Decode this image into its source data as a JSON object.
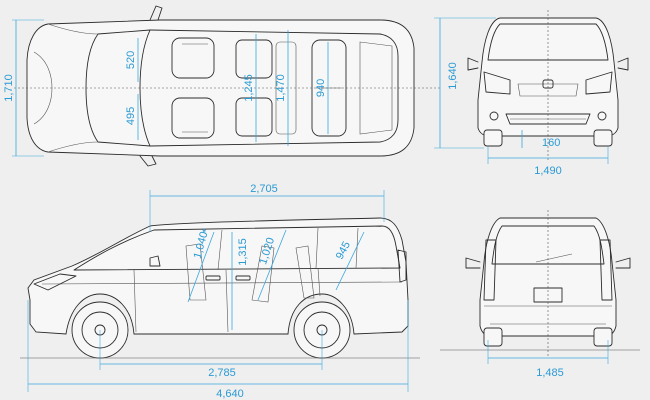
{
  "diagram": {
    "top_view": {
      "overall_width": "1,710",
      "front_seat_width": "520",
      "front_seat_depth": "495",
      "cabin_width_front": "1,245",
      "cabin_width_rear": "1,470",
      "third_row_width": "940"
    },
    "front_view": {
      "overall_height": "1,640",
      "ground_clearance": "160",
      "front_track": "1,490"
    },
    "side_view": {
      "cabin_length": "2,705",
      "front_headroom": "1,040",
      "front_headroom_note": "*",
      "interior_height": "1,315",
      "second_row_headroom": "1,020",
      "third_row_headroom": "945",
      "wheelbase": "2,785",
      "overall_length": "4,640"
    },
    "rear_view": {
      "rear_track": "1,485"
    }
  },
  "colors": {
    "background": "#efefef",
    "line_art": "#2c2c2c",
    "dimension": "#3aa8de"
  }
}
